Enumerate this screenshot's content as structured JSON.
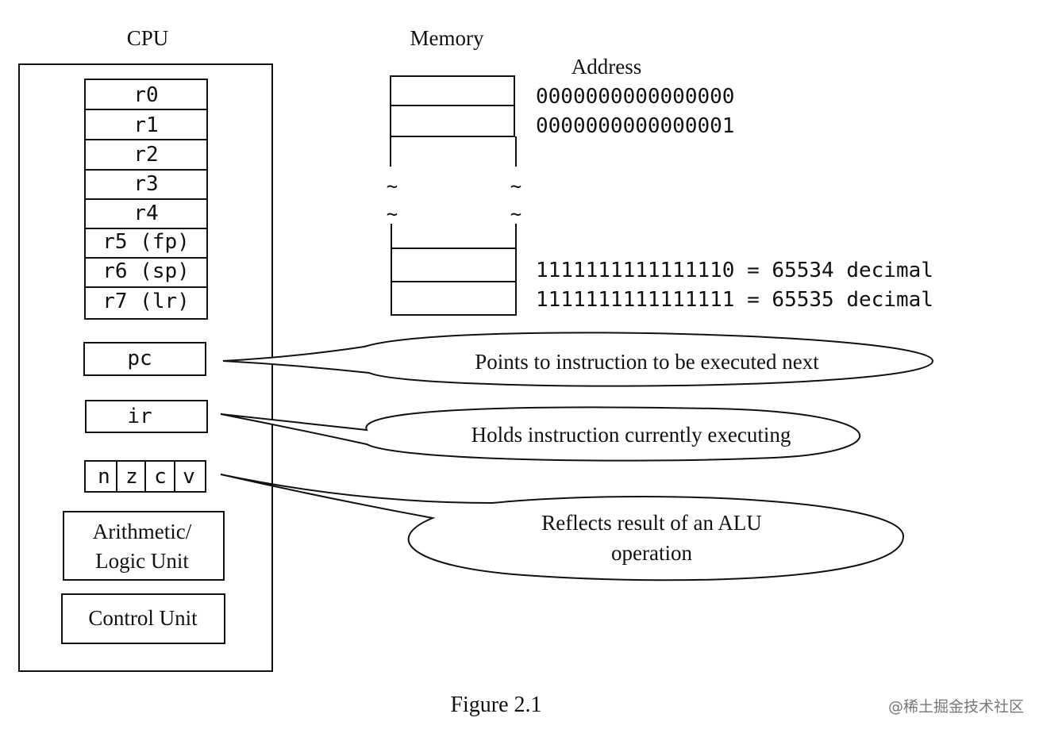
{
  "labels": {
    "cpu": "CPU",
    "memory": "Memory",
    "address": "Address",
    "figure": "Figure 2.1",
    "watermark": "@稀土掘金技术社区"
  },
  "registers": [
    "r0",
    "r1",
    "r2",
    "r3",
    "r4",
    "r5 (fp)",
    "r6 (sp)",
    "r7 (lr)"
  ],
  "pc": "pc",
  "ir": "ir",
  "flags": [
    "n",
    "z",
    "c",
    "v"
  ],
  "units": {
    "alu_line1": "Arithmetic/",
    "alu_line2": "Logic Unit",
    "control": "Control Unit"
  },
  "memory": {
    "tilde": "~",
    "addresses": [
      "0000000000000000",
      "0000000000000001",
      "1111111111111110 = 65534 decimal",
      "1111111111111111 = 65535 decimal"
    ]
  },
  "callouts": {
    "pc": "Points to instruction to be executed next",
    "ir": "Holds instruction currently executing",
    "flags_line1": "Reflects result of an ALU",
    "flags_line2": "operation"
  }
}
